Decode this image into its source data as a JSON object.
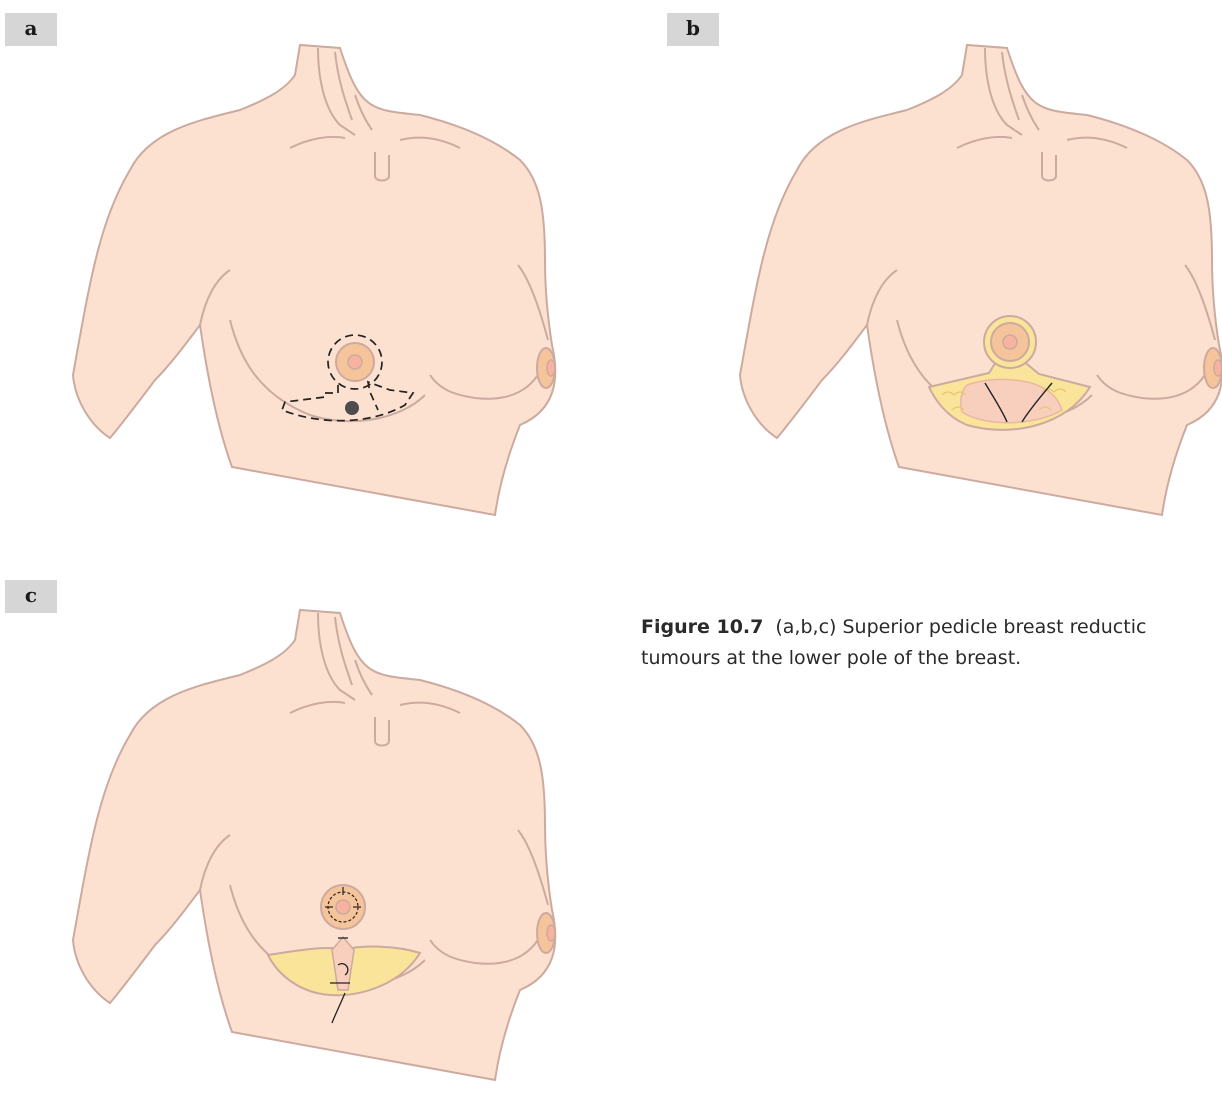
{
  "panels": [
    {
      "id": "a",
      "label": "a",
      "stage": "marking"
    },
    {
      "id": "b",
      "label": "b",
      "stage": "resection"
    },
    {
      "id": "c",
      "label": "c",
      "stage": "closure"
    }
  ],
  "caption": {
    "number": "Figure 10.7",
    "line1": "(a,b,c) Superior pedicle breast reductic",
    "line2": "tumours at the lower pole of the breast."
  },
  "colors": {
    "skin": "#fde1d0",
    "outline": "#ccaaa0",
    "areola": "#f6c49a",
    "fat": "#f9e49a",
    "gland": "#f8cfbd",
    "tumour": "#4d4d4d",
    "tag": "#d6d6d6"
  }
}
